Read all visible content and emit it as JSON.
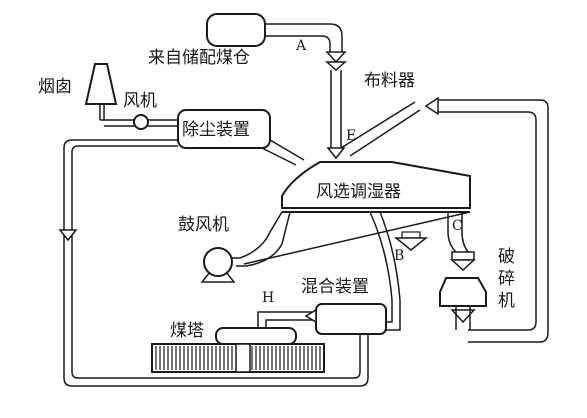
{
  "labels": {
    "coal_source": "来自储配煤仓",
    "chimney": "烟囱",
    "fan": "风机",
    "dust_removal": "除尘装置",
    "distributor": "布料器",
    "separator": "风选调湿器",
    "blower": "鼓风机",
    "mixer": "混合装置",
    "coal_tower": "煤塔",
    "crusher": [
      "破",
      "碎",
      "机"
    ]
  },
  "points": {
    "A": "A",
    "B": "B",
    "C": "C",
    "E": "E",
    "F": "F",
    "H": "H"
  }
}
